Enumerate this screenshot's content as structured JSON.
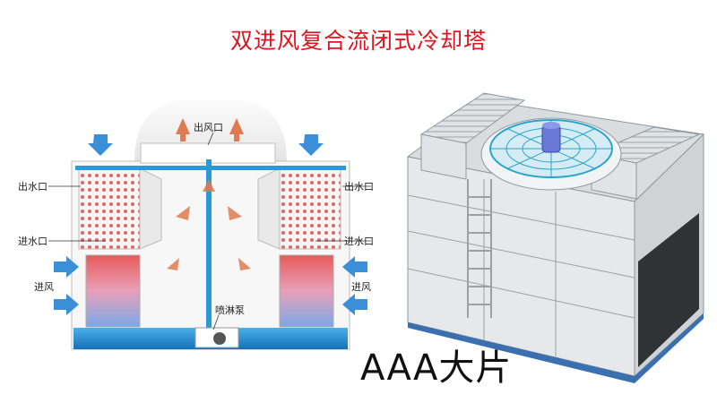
{
  "title": "双进风复合流闭式冷却塔",
  "schematic": {
    "outlet_air_label": "出风口",
    "left_water_out_label": "出水口",
    "right_water_out_label": "出水口",
    "left_water_in_label": "进水口",
    "right_water_in_label": "进水口",
    "left_air_in_label": "进风",
    "right_air_in_label": "进风",
    "pump_label": "喷淋泵"
  },
  "watermark": "AAA大片",
  "colors": {
    "title": "#e0141e",
    "water": "#1e8fd0",
    "pipe": "#2a9ad6",
    "arrow_in": "#3b8fd8",
    "arrow_warm": "#e07a50"
  }
}
